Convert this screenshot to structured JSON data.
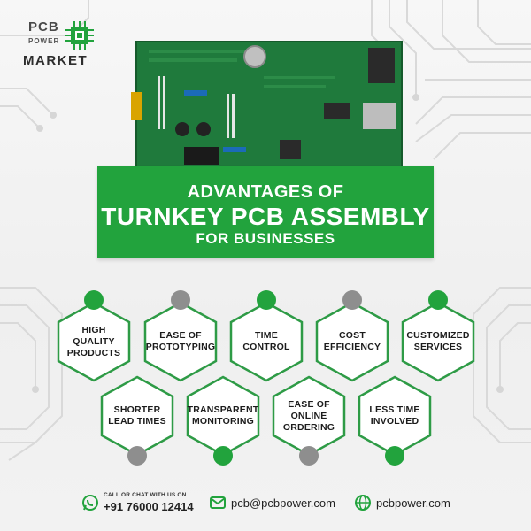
{
  "brand": {
    "line1": "PCB",
    "line2": "POWER",
    "line3": "MARKET"
  },
  "title": {
    "line1": "ADVANTAGES OF",
    "line2": "TURNKEY PCB ASSEMBLY",
    "line3": "FOR BUSINESSES"
  },
  "advantages_top": [
    {
      "label": "HIGH QUALITY PRODUCTS"
    },
    {
      "label": "EASE OF PROTOTYPING"
    },
    {
      "label": "TIME CONTROL"
    },
    {
      "label": "COST EFFICIENCY"
    },
    {
      "label": "CUSTOMIZED SERVICES"
    }
  ],
  "advantages_bottom": [
    {
      "label": "SHORTER LEAD TIMES"
    },
    {
      "label": "TRANSPARENT MONITORING"
    },
    {
      "label": "EASE OF ONLINE ORDERING"
    },
    {
      "label": "LESS TIME INVOLVED"
    }
  ],
  "colors": {
    "green": "#22a33d",
    "grey": "#8e8e8e"
  },
  "footer": {
    "call_label": "CALL OR CHAT WITH US ON",
    "phone": "+91 76000 12414",
    "email": "pcb@pcbpower.com",
    "website": "pcbpower.com",
    "icons": [
      "whatsapp-icon",
      "email-icon",
      "globe-icon"
    ]
  }
}
